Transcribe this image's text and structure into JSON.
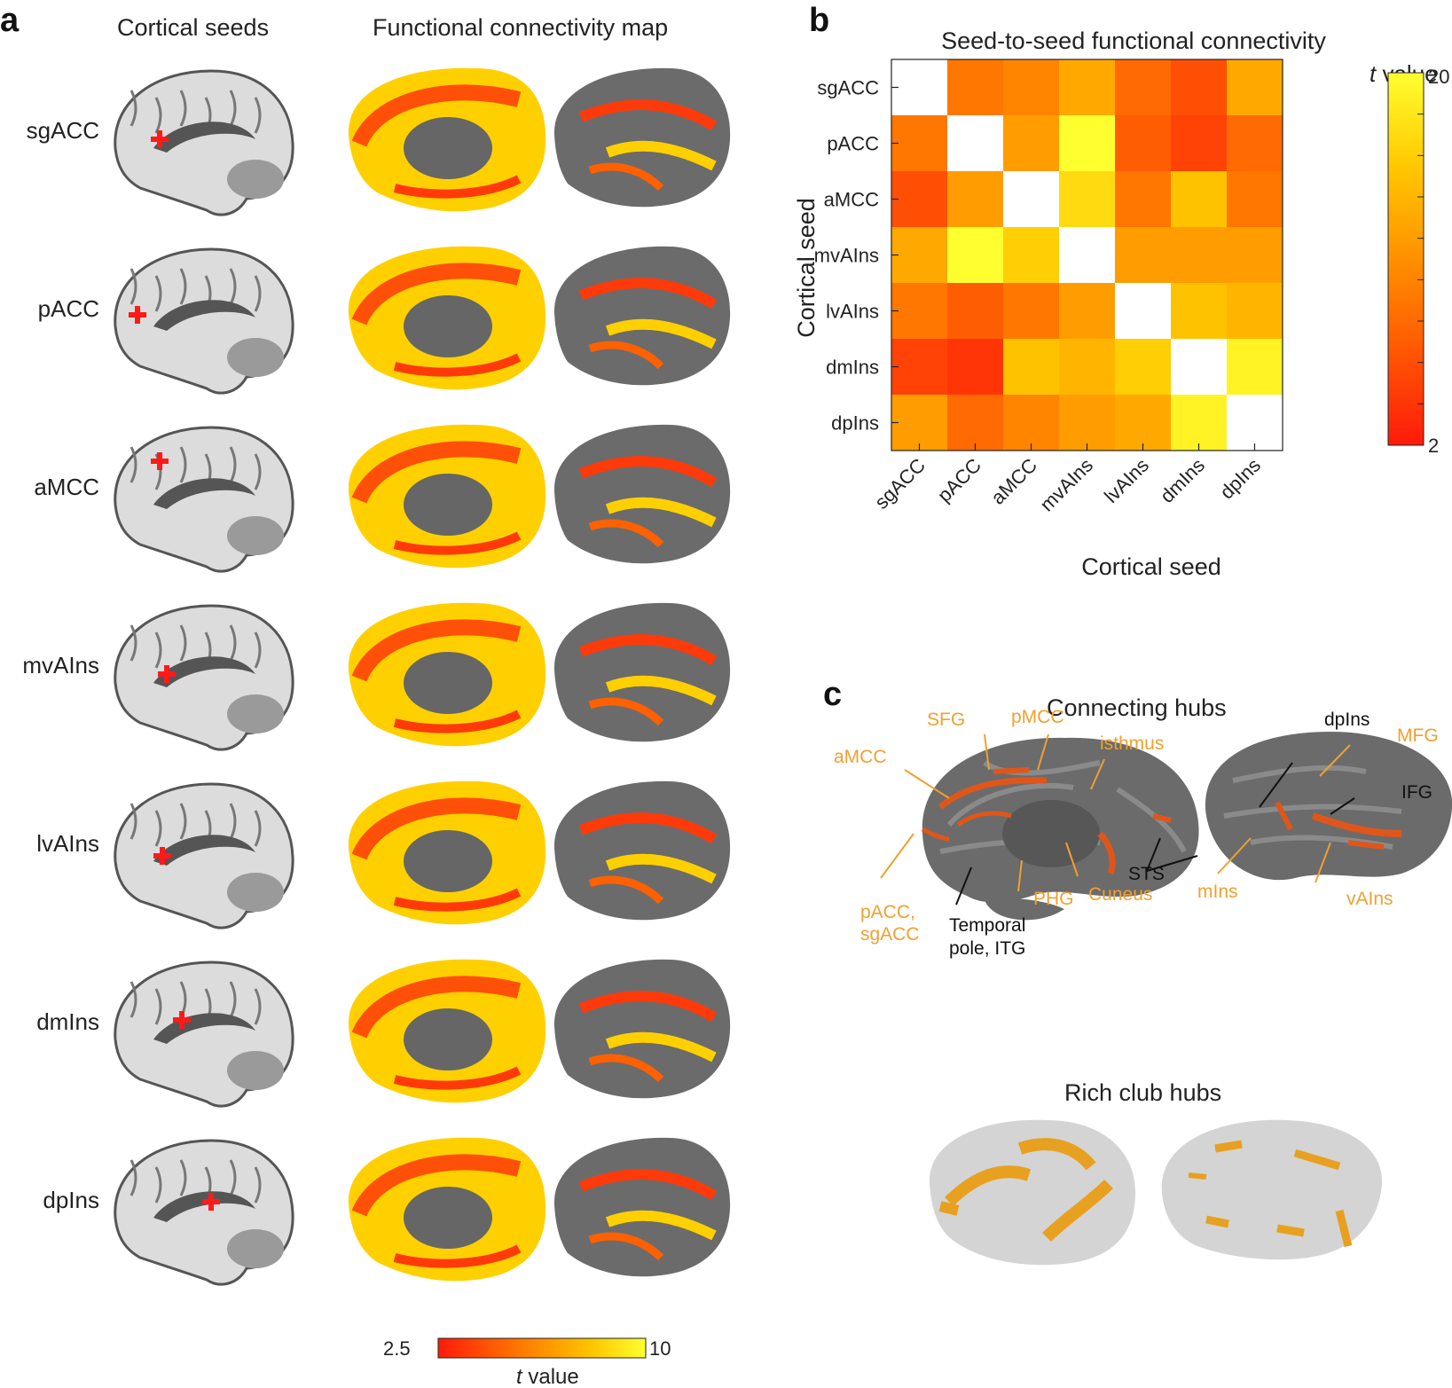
{
  "panel_a": {
    "letter": "a",
    "col_seeds": "Cortical seeds",
    "col_map": "Functional connectivity map",
    "seeds": [
      "sgACC",
      "pACC",
      "aMCC",
      "mvAIns",
      "lvAIns",
      "dmIns",
      "dpIns"
    ],
    "colorbar": {
      "min": "2.5",
      "max": "10",
      "label_italic": "t",
      "label_rest": " value"
    }
  },
  "panel_b": {
    "letter": "b",
    "title": "Seed-to-seed functional connectivity",
    "colorbar": {
      "label_italic": "t",
      "label_rest": " value",
      "max": "20",
      "min": "2"
    }
  },
  "panel_c": {
    "letter": "c",
    "connecting_title": "Connecting hubs",
    "rich_title": "Rich club hubs",
    "labels": {
      "aMCC": "aMCC",
      "SFG": "SFG",
      "pMCC": "pMCC",
      "isthmus": "isthmus",
      "pACC": "pACC,",
      "sgACC": "sgACC",
      "temporal1": "Temporal",
      "temporal2": "pole, ITG",
      "PHG": "PHG",
      "Cuneus": "Cuneus",
      "dpIns": "dpIns",
      "MFG": "MFG",
      "IFG": "IFG",
      "STS": "STS",
      "mIns": "mIns",
      "vAIns": "vAIns"
    },
    "colors": {
      "orange_label": "#f0a030",
      "black_label": "#111111",
      "hub": "#e0561a",
      "rich": "#e8a020"
    }
  },
  "chart_data": {
    "type": "heatmap",
    "title": "Seed-to-seed functional connectivity",
    "xlabel": "Cortical seed",
    "ylabel": "Cortical seed",
    "rows": [
      "sgACC",
      "pACC",
      "aMCC",
      "mvAIns",
      "lvAIns",
      "dmIns",
      "dpIns"
    ],
    "cols": [
      "sgACC",
      "pACC",
      "aMCC",
      "mvAIns",
      "lvAIns",
      "dmIns",
      "dpIns"
    ],
    "values": [
      [
        null,
        9,
        10,
        13,
        8,
        6,
        13
      ],
      [
        9,
        null,
        12,
        20,
        7,
        5,
        8
      ],
      [
        6,
        12,
        null,
        17,
        9,
        15,
        9
      ],
      [
        13,
        20,
        16,
        null,
        12,
        12,
        12
      ],
      [
        9,
        7,
        9,
        12,
        null,
        15,
        14
      ],
      [
        5,
        4,
        15,
        14,
        16,
        null,
        19
      ],
      [
        12,
        8,
        10,
        12,
        13,
        19,
        null
      ]
    ],
    "diagonal": "white",
    "colorbar_range": [
      2,
      20
    ],
    "colormap": [
      "#ff1a0a",
      "#ff8000",
      "#ffc800",
      "#ffff00"
    ]
  }
}
